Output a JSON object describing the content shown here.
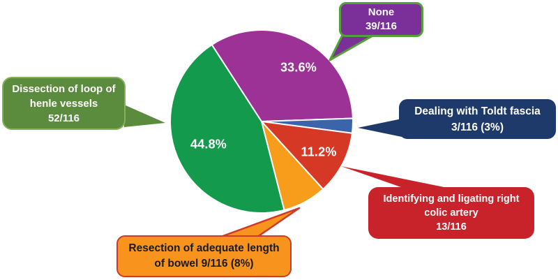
{
  "chart_data": {
    "type": "pie",
    "title": "",
    "denominator_total": 116,
    "start_angle_deg": -33,
    "legend_position": "callouts",
    "grid": false,
    "slices": [
      {
        "id": "none",
        "label": "None",
        "count": 39,
        "pct_label": "33.6%",
        "color": "#9c3196",
        "show_label_on_pie": true
      },
      {
        "id": "toldt",
        "label": "Dealing with Toldt fascia",
        "count": 3,
        "pct_label": "3%",
        "color": "#3c64ab",
        "show_label_on_pie": false
      },
      {
        "id": "colic",
        "label": "Identifying and ligating right colic artery",
        "count": 13,
        "pct_label": "11.2%",
        "color": "#d63826",
        "show_label_on_pie": true
      },
      {
        "id": "bowel",
        "label": "Resection of adequate length of bowel",
        "count": 9,
        "pct_label": "8%",
        "color": "#f89c1b",
        "show_label_on_pie": false
      },
      {
        "id": "henle",
        "label": "Dissection of loop of henle vessels",
        "count": 52,
        "pct_label": "44.8%",
        "color": "#149a4c",
        "show_label_on_pie": true
      }
    ]
  },
  "callouts": {
    "none": {
      "lines": [
        "None",
        "39/116"
      ],
      "fill": "#7b2f99",
      "border": "#55a038",
      "text_color": "#ffffff"
    },
    "toldt": {
      "lines": [
        "Dealing with Toldt fascia",
        "3/116 (3%)"
      ],
      "fill": "#1e3a6b",
      "border": "#1e3a6b",
      "text_color": "#ffffff"
    },
    "colic": {
      "lines": [
        "Identifying and ligating right",
        "colic artery",
        "13/116"
      ],
      "fill": "#c8232b",
      "border": "#c8232b",
      "text_color": "#ffffff"
    },
    "bowel": {
      "lines": [
        "Resection of adequate length",
        "of bowel 9/116 (8%)"
      ],
      "fill": "#f8941d",
      "border": "#cd3a28",
      "text_color": "#1a1a1a"
    },
    "henle": {
      "lines": [
        "Dissection of loop of",
        "henle vessels",
        "52/116"
      ],
      "fill": "#5b8c3e",
      "border": "#85b159",
      "text_color": "#ffffff"
    }
  },
  "pie_geometry_note": "percent labels shown on purple, red and green slices only"
}
